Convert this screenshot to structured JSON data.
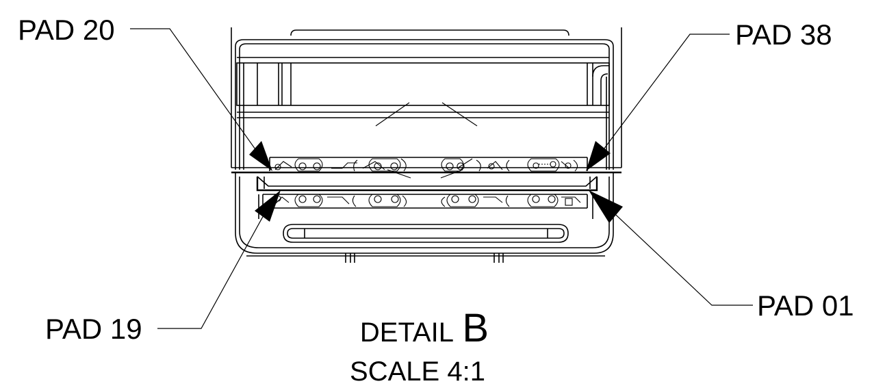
{
  "callouts": {
    "pad_20": "PAD 20",
    "pad_38": "PAD 38",
    "pad_19": "PAD 19",
    "pad_01": "PAD 01"
  },
  "detail": {
    "word": "DETAIL",
    "letter": "B",
    "scale": "SCALE 4:1"
  }
}
